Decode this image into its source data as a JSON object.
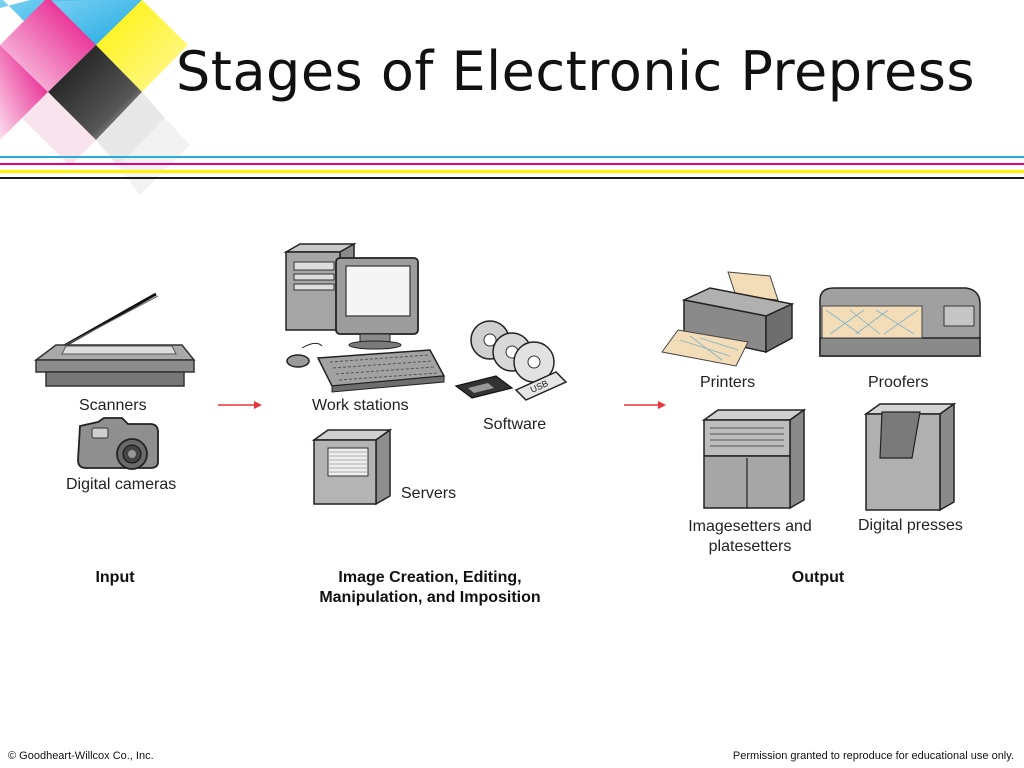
{
  "slide": {
    "title": "Stages of Electronic Prepress"
  },
  "colors": {
    "cyan": "#29abe2",
    "magenta": "#e5007e",
    "yellow": "#fff200",
    "black": "#1a1a1a",
    "arrow": "#e8333a"
  },
  "diagram": {
    "input": {
      "items": [
        "Scanners",
        "Digital cameras"
      ],
      "stage_label": "Input"
    },
    "processing": {
      "items": [
        "Work stations",
        "Software",
        "Servers"
      ],
      "stage_label_line1": "Image Creation, Editing,",
      "stage_label_line2": "Manipulation, and Imposition"
    },
    "output": {
      "items": [
        "Printers",
        "Proofers",
        "Imagesetters and",
        "platesetters",
        "Digital presses"
      ],
      "stage_label": "Output"
    },
    "usb_text": "USB"
  },
  "footer": {
    "left": "© Goodheart-Willcox Co., Inc.",
    "right": "Permission granted to reproduce for educational use only."
  }
}
